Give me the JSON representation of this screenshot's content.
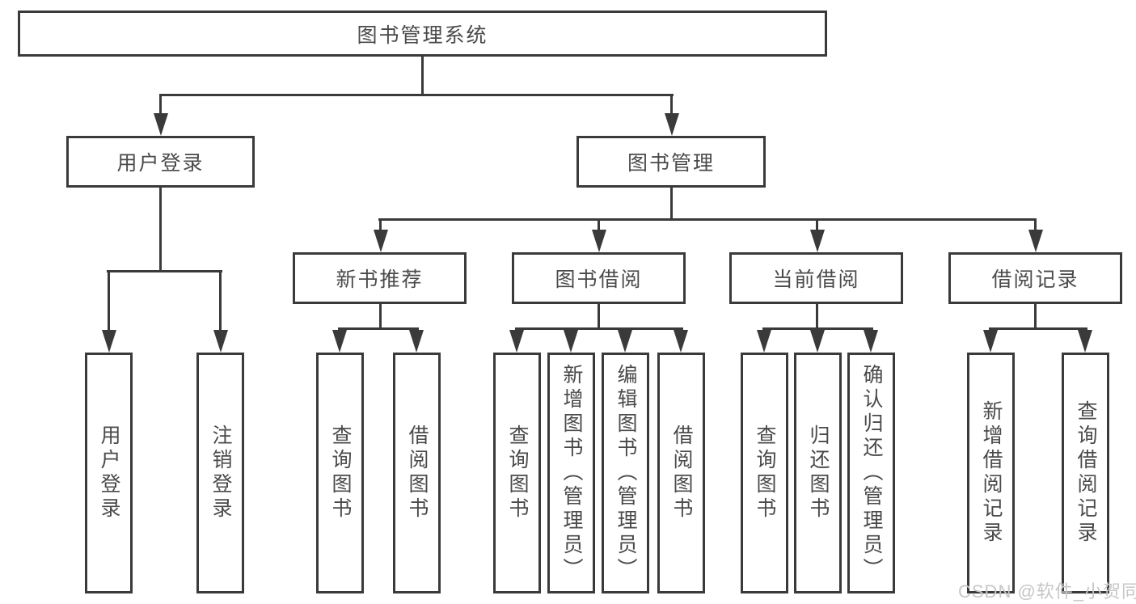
{
  "diagram": {
    "title": "图书管理系统",
    "level2": {
      "user_login": "用户登录",
      "book_mgmt": "图书管理"
    },
    "level3": {
      "new_books": "新书推荐",
      "book_borrow": "图书借阅",
      "current_borrow": "当前借阅",
      "borrow_records": "借阅记录"
    },
    "leaves": {
      "user_login": [
        "用户登录",
        "注销登录"
      ],
      "new_books": [
        "查询图书",
        "借阅图书"
      ],
      "book_borrow": [
        "查询图书",
        "新增图书（管理员）",
        "编辑图书（管理员）",
        "借阅图书"
      ],
      "current_borrow": [
        "查询图书",
        "归还图书",
        "确认归还（管理员）"
      ],
      "borrow_records": [
        "新增借阅记录",
        "查询借阅记录"
      ]
    }
  },
  "watermark": "CSDN @软件_小贺同学",
  "colors": {
    "line": "#3a3a3a",
    "text": "#4a4a4a",
    "background": "#ffffff",
    "watermark": "#c8c6c6"
  }
}
